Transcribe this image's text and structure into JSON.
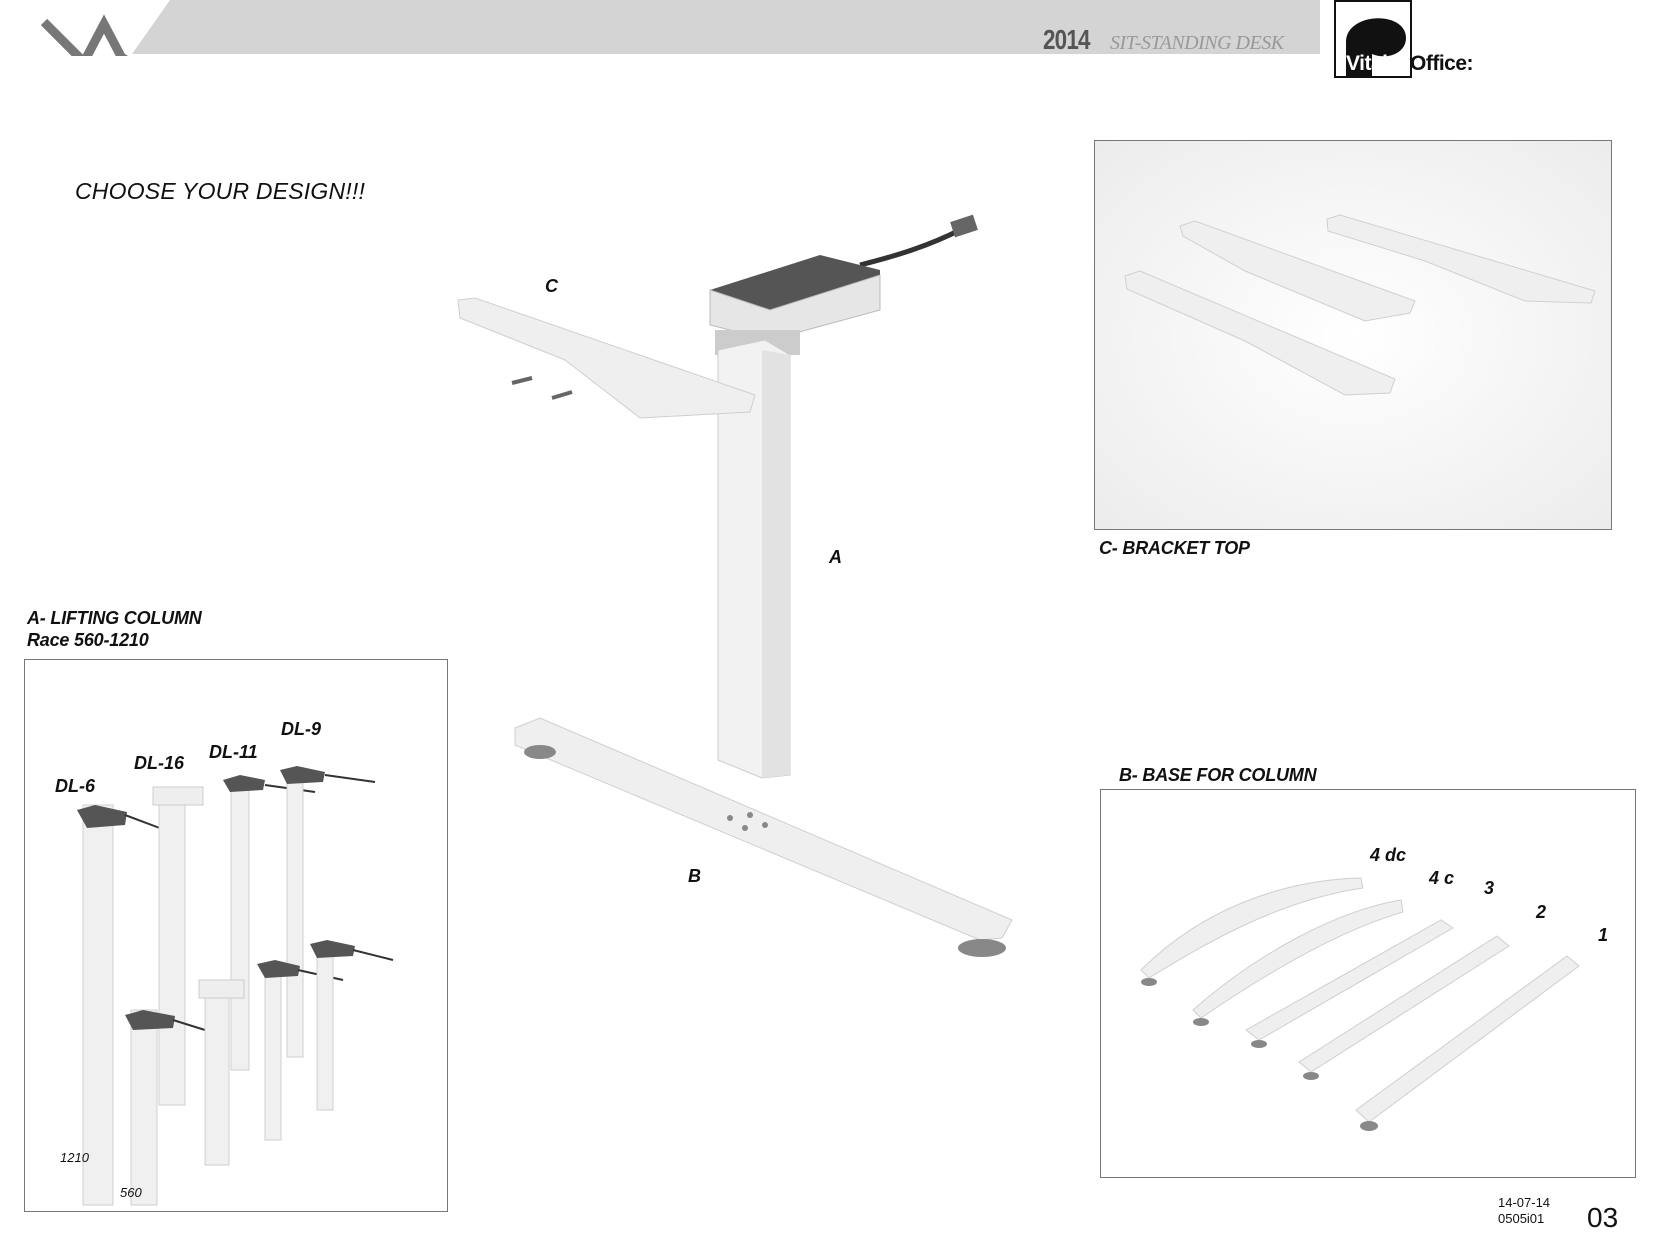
{
  "header": {
    "year": "2014",
    "subtitle": "SIT-STANDING DESK",
    "logo_text_a": "Vital",
    "logo_text_b": "Office:"
  },
  "tagline": "CHOOSE YOUR DESIGN!!!",
  "main_figure": {
    "label_c": "C",
    "label_a": "A",
    "label_b": "B"
  },
  "bracket_panel": {
    "caption": "C- BRACKET TOP"
  },
  "column_panel": {
    "caption_line1": "A- LIFTING COLUMN",
    "caption_line2": "Race 560-1210",
    "models": [
      "DL-6",
      "DL-16",
      "DL-11",
      "DL-9"
    ],
    "dim_max": "1210",
    "dim_min": "560"
  },
  "base_panel": {
    "caption": "B- BASE FOR COLUMN",
    "variants": [
      "4 dc",
      "4 c",
      "3",
      "2",
      "1"
    ]
  },
  "footer": {
    "date": "14-07-14",
    "code": "0505i01",
    "page": "03"
  },
  "colors": {
    "header_band": "#d4d4d4",
    "metal_light": "#eeeeee",
    "metal_shade": "#cfcfcf",
    "control_box_top": "#555555"
  }
}
